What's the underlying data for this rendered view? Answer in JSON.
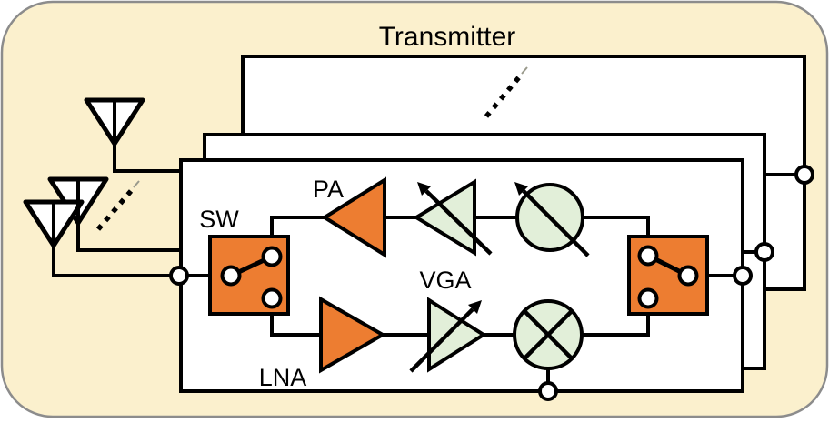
{
  "diagram": {
    "title": "Transmitter",
    "labels": {
      "switch": "SW",
      "power_amplifier": "PA",
      "variable_gain_amplifier": "VGA",
      "low_noise_amplifier": "LNA"
    },
    "colors": {
      "background": "#FBF0CD",
      "panel_fill": "#FFFFFF",
      "component_orange": "#ED7D31",
      "component_green": "#E2EFD9",
      "outline": "#000000",
      "border_gray": "#8C8C8C"
    },
    "icons": {
      "antenna": "antenna-icon",
      "switch": "spdt-switch-icon",
      "amplifier": "amplifier-triangle-icon",
      "vga": "variable-gain-amplifier-icon",
      "phase_shifter": "phase-shifter-icon",
      "mixer": "mixer-icon",
      "port": "port-node-icon",
      "ellipsis": "dots-ellipsis-icon"
    }
  }
}
